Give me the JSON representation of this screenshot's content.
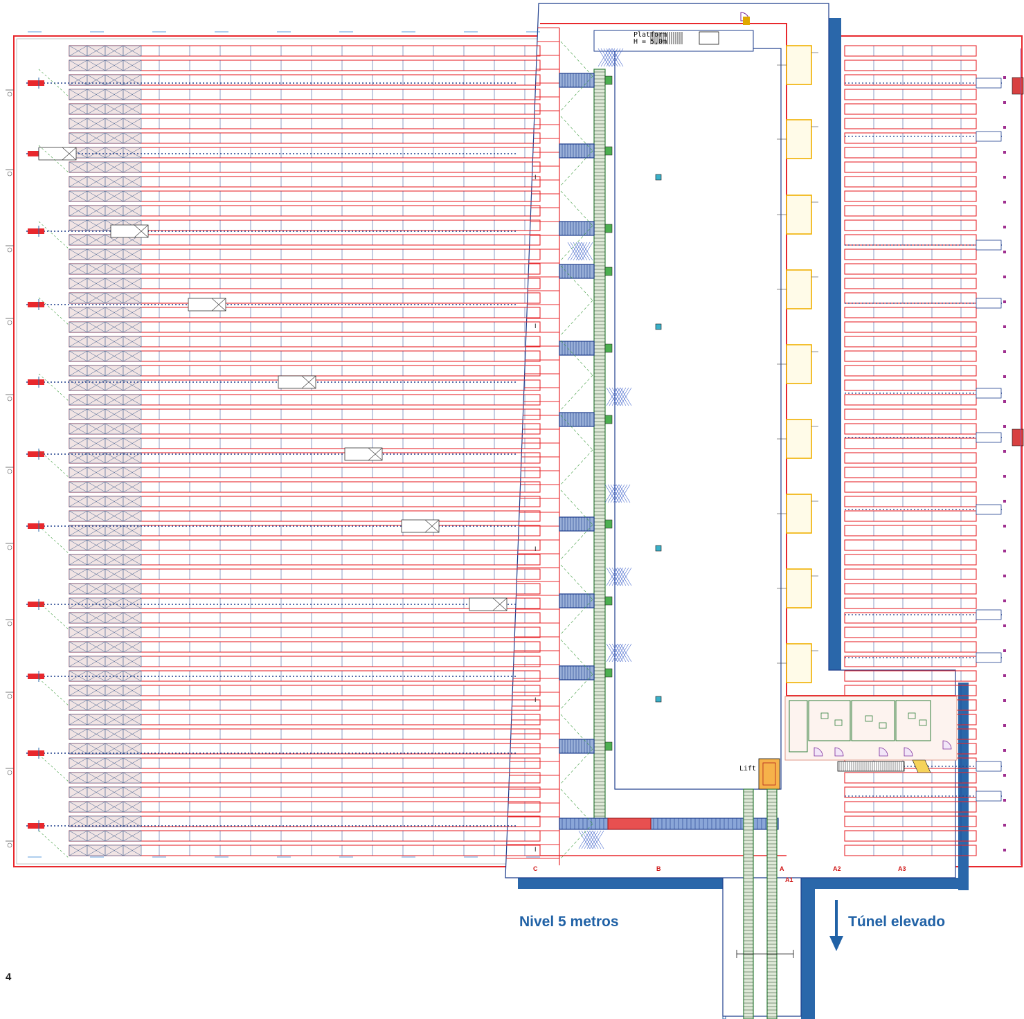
{
  "page_number": "4",
  "captions": {
    "level": "Nivel 5 metros",
    "tunnel": "Túnel elevado"
  },
  "platform_label": {
    "line1": "Platform",
    "line2": "H = 5,0m"
  },
  "lift_label": "Lift",
  "zones": {
    "c": "C",
    "b": "B",
    "a": "A",
    "a1": "A1",
    "a2": "A2",
    "a3": "A3"
  },
  "colors": {
    "rack_red": "#e8282d",
    "structure_blue": "#2a67aa",
    "conveyor_blue": "#1d3d8c",
    "conveyor_green": "#2e7d3a",
    "dock_yellow": "#f0b000",
    "caption_blue": "#2162a6"
  }
}
